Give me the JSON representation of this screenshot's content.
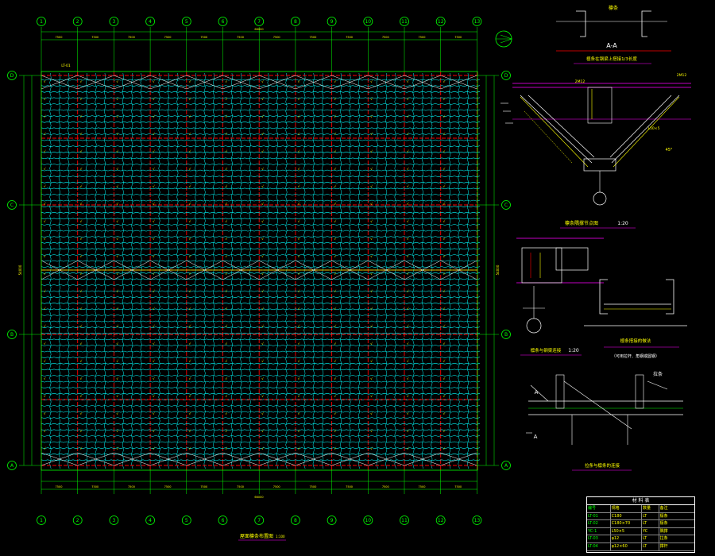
{
  "grid": {
    "columns": [
      "1",
      "2",
      "3",
      "4",
      "5",
      "6",
      "7",
      "8",
      "9",
      "10",
      "11",
      "12",
      "13"
    ],
    "rows": [
      "D",
      "C",
      "B",
      "A"
    ]
  },
  "colors": {
    "background": "#000000",
    "purlin": "#00ffff",
    "brace": "#ffffff",
    "beam": "#ff0000",
    "axis": "#00ff00",
    "label": "#ffff00",
    "magenta": "#ff00ff"
  },
  "dims": {
    "top_total": "66000",
    "bottom_total": "66000",
    "bay": "7500",
    "left_total": "54000",
    "right_total": "54000"
  },
  "titles": {
    "plan": "屋面檩条布置图",
    "plan_scale": "1:100",
    "aa_marker": "檩条",
    "aa_section": "A-A",
    "aa_caption": "檩条在钢梁上搭接1/3长度",
    "node_caption": "檩条隅撑节点图",
    "node_scale": "1:20",
    "conn_caption": "檩条与钢梁连接",
    "conn_scale": "1:20",
    "lap_caption": "檩条搭接的做法",
    "lap_note": "（可用拉杆、角钢或圆钢）",
    "tie_caption": "拉条与檩条的连接",
    "tie_label": "拉条",
    "marker_a": "A"
  },
  "labels": {
    "corner": "LT-01",
    "brace_note": "L50×5",
    "angle": "45°",
    "node_left": "2M12",
    "node_right": "2M12"
  },
  "table": {
    "title": "材 料 表",
    "rows": [
      [
        "编号",
        "规格",
        "数量",
        "备注"
      ],
      [
        "LT-01",
        "C180",
        "LT",
        "檩条"
      ],
      [
        "LT-02",
        "C180×70",
        "LT",
        "檩条"
      ],
      [
        "YC-1",
        "L50×5",
        "YC",
        "隅撑"
      ],
      [
        "LT-03",
        "φ12",
        "LT",
        "拉条"
      ],
      [
        "LT-04",
        "φ12×60",
        "LT",
        "撑杆"
      ]
    ]
  }
}
